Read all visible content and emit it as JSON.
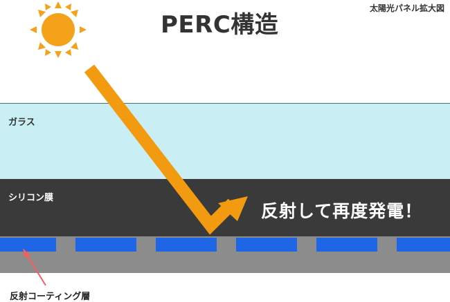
{
  "title": "PERC構造",
  "corner_label": "太陽光パネル拡大図",
  "layers": {
    "glass_label": "ガラス",
    "silicon_label": "シリコン膜"
  },
  "message": "反射して再度発電！",
  "coating_label": "反射コーティング層",
  "colors": {
    "glass": "#c9eef4",
    "silicon": "#3a3a3a",
    "base": "#8c8c8c",
    "coating": "#1e66e6",
    "sun": "#f5a21b",
    "arrow": "#f29a10",
    "pointer": "#ff5a5a"
  }
}
